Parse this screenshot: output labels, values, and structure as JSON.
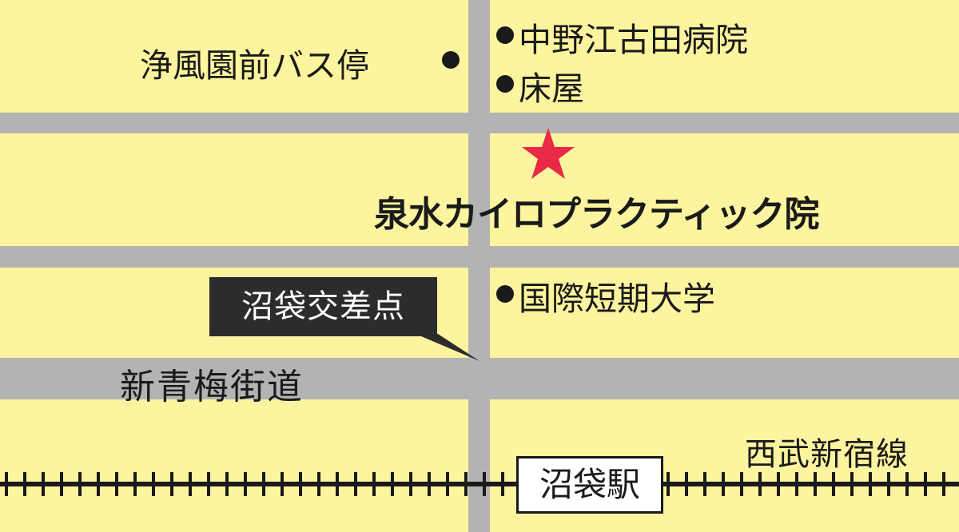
{
  "map": {
    "colors": {
      "block": "#fcf49e",
      "road": "#b3b3b3",
      "text": "#1a1a1a",
      "star": "#ea2946",
      "callout_bg": "#2c2c2c",
      "rail": "#1a1a1a"
    },
    "landmarks": {
      "bus_stop": "浄風園前バス停",
      "hospital": "中野江古田病院",
      "barber": "床屋",
      "college": "国際短期大学"
    },
    "destination": {
      "name": "泉水カイロプラクティック院",
      "marker_icon": "star-icon"
    },
    "intersection_label": "沼袋交差点",
    "street_label": "新青梅街道",
    "railway_label": "西武新宿線",
    "station_label": "沼袋駅"
  }
}
